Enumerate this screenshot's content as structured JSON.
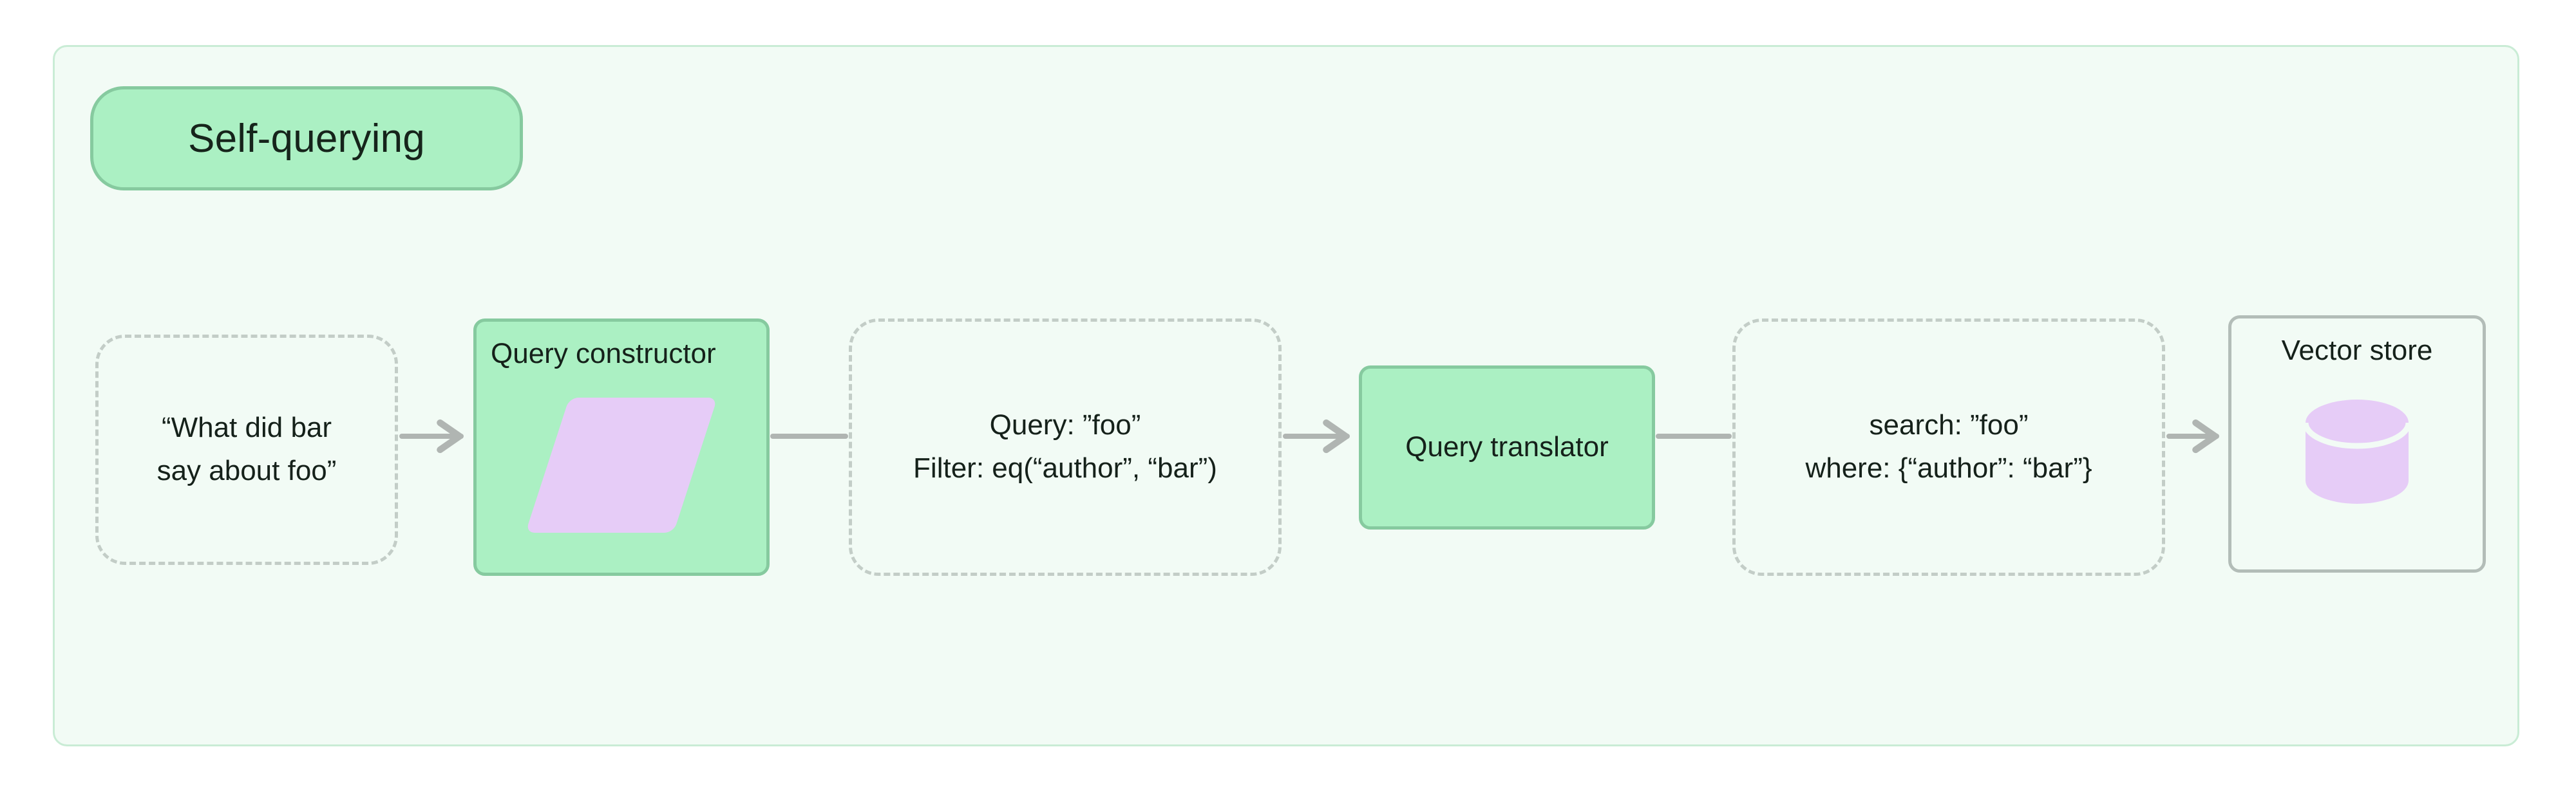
{
  "diagram": {
    "title": "Self-querying",
    "accent_green_fill": "#abf0c3",
    "accent_green_border": "#86ca9f",
    "container_fill": "#f2fbf5",
    "container_border": "#c9ecd5",
    "dashed_border": "#c3cdc7",
    "purple_shape": "#e6ccf7",
    "edge_color": "#b0b5b2",
    "outline_border": "#b3bdb8"
  },
  "nodes": {
    "question": {
      "type": "dashed",
      "lines": [
        "“What did bar",
        "say about foo”"
      ]
    },
    "query_constructor": {
      "type": "process",
      "label": "Query constructor",
      "icon": "parallelogram-icon"
    },
    "query_output": {
      "type": "dashed",
      "lines": [
        "Query: ”foo”",
        "Filter: eq(“author”, “bar”)"
      ]
    },
    "query_translator": {
      "type": "process",
      "label": "Query translator"
    },
    "search_output": {
      "type": "dashed",
      "lines": [
        "search: ”foo”",
        "where: {“author”: “bar”}"
      ]
    },
    "vector_store": {
      "type": "outlined",
      "label": "Vector store",
      "icon": "database-cylinder-icon"
    }
  },
  "edges": [
    {
      "from": "question",
      "to": "query_constructor",
      "arrowhead": true
    },
    {
      "from": "query_constructor",
      "to": "query_output",
      "arrowhead": false
    },
    {
      "from": "query_output",
      "to": "query_translator",
      "arrowhead": true
    },
    {
      "from": "query_translator",
      "to": "search_output",
      "arrowhead": false
    },
    {
      "from": "search_output",
      "to": "vector_store",
      "arrowhead": true
    }
  ]
}
